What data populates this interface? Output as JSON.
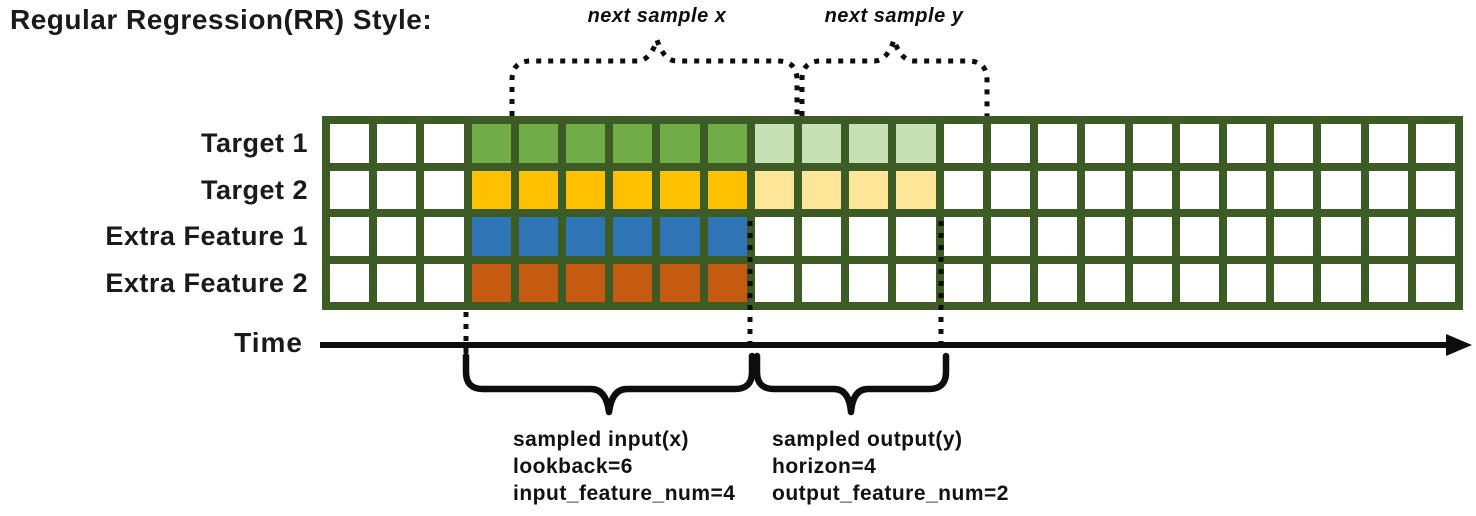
{
  "title": "Regular Regression(RR) Style:",
  "top_labels": {
    "next_sample_x": "next sample x",
    "next_sample_y": "next sample y"
  },
  "axis": {
    "label": "Time"
  },
  "grid": {
    "columns": 24,
    "lead_empty_columns": 3,
    "lookback": 6,
    "horizon": 4,
    "input_feature_num": 4,
    "output_feature_num": 2,
    "rows": [
      {
        "label": "Target 1",
        "input_color": "#70AD47",
        "output_color": "#C5E0B4"
      },
      {
        "label": "Target 2",
        "input_color": "#FFC000",
        "output_color": "#FFE699"
      },
      {
        "label": "Extra Feature 1",
        "input_color": "#2E75B6",
        "output_color": null
      },
      {
        "label": "Extra Feature 2",
        "input_color": "#C55A11",
        "output_color": null
      }
    ]
  },
  "colors": {
    "grid_border": "#3D5B25",
    "empty_cell": "#FFFFFF",
    "line": "#0D0D0D"
  },
  "bottom_annotations": {
    "input": {
      "lines": [
        "sampled input(x)",
        "lookback=6",
        "input_feature_num=4"
      ]
    },
    "output": {
      "lines": [
        "sampled output(y)",
        "horizon=4",
        "output_feature_num=2"
      ]
    }
  }
}
